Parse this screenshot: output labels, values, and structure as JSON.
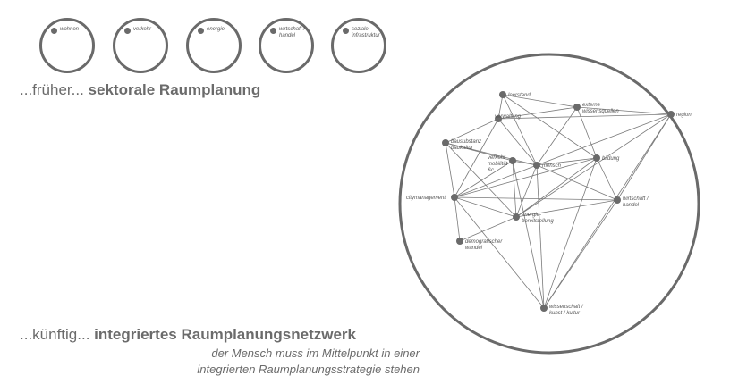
{
  "sectors": [
    {
      "label": "wohnen"
    },
    {
      "label": "verkehr"
    },
    {
      "label": "energie"
    },
    {
      "label": "wirtschaft /\nhandel"
    },
    {
      "label": "soziale\ninfrastruktur"
    }
  ],
  "heading_past": {
    "prefix": "...früher... ",
    "bold": "sektorale Raumplanung"
  },
  "heading_future": {
    "prefix": "...künftig... ",
    "bold": "integriertes Raumplanungsnetzwerk"
  },
  "subtitle": {
    "line1": "der Mensch muss im Mittelpunkt in einer",
    "line2": "integrierten Raumplanungsstrategie stehen"
  },
  "network": {
    "nodes": [
      {
        "id": "leerstand",
        "label": "leerstand"
      },
      {
        "id": "externe",
        "label": "externe\nwissensquellen"
      },
      {
        "id": "region",
        "label": "region"
      },
      {
        "id": "verwaltung",
        "label": "verwaltung"
      },
      {
        "id": "bausubstanz",
        "label": "bausubstanz\nbaukultur"
      },
      {
        "id": "verkehr",
        "label": "verkehr\nmobilität\n&c"
      },
      {
        "id": "mensch",
        "label": "mensch"
      },
      {
        "id": "bildung",
        "label": "bildung"
      },
      {
        "id": "citymanagement",
        "label": "citymanagement"
      },
      {
        "id": "wirtschaft",
        "label": "wirtschaft /\nhandel"
      },
      {
        "id": "energie",
        "label": "energie-\nbereitstellung"
      },
      {
        "id": "demografischer",
        "label": "demografischer\nwandel"
      },
      {
        "id": "wissenschaft",
        "label": "wissenschaft /\nkunst / kultur"
      }
    ]
  }
}
